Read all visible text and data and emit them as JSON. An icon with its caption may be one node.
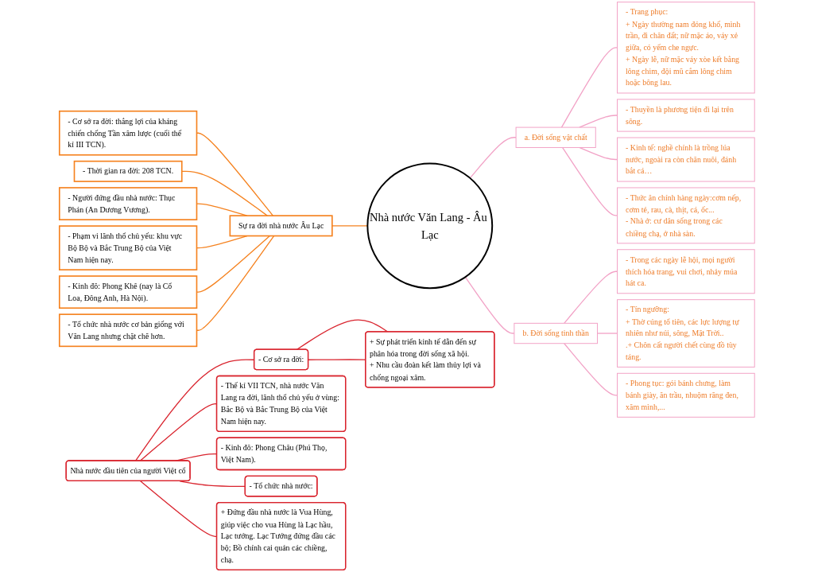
{
  "diagram": {
    "nodes": [
      {
        "text": [
          "Nhà nước Văn Lang - Âu Lạc"
        ]
      },
      {
        "text": [
          "a. Đời sống vật chất"
        ]
      },
      {
        "text": [
          "- Trang phục:",
          "+ Ngày thường nam đóng khố, mình trần, đi chân đất; nữ mặc áo, váy xẻ giữa, có yếm che ngực.",
          "+ Ngày lễ, nữ mặc váy xòe kết bằng lông chim, đội mũ cắm lông chim hoặc bông lau."
        ]
      },
      {
        "text": [
          "- Thuyền là phương tiện đi lại trên sông."
        ]
      },
      {
        "text": [
          "- Kinh tế: nghề chính là trồng lúa nước, ngoài ra còn chăn nuôi, đánh bắt cá…"
        ]
      },
      {
        "text": [
          "- Thức ăn chính hàng ngày:cơm nếp, cơm tẻ, rau, cà, thịt, cá, ốc...",
          "- Nhà ở: cư dân sống trong các chiềng chạ, ở nhà sàn."
        ]
      },
      {
        "text": [
          "b. Đời sống tinh thần"
        ]
      },
      {
        "text": [
          "- Trong các ngày lễ hội, mọi người thích hóa trang, vui chơi, nhảy múa hát ca."
        ]
      },
      {
        "text": [
          "- Tín ngưỡng:",
          "+ Thờ cúng tổ tiên, các lực lượng tự nhiên như núi, sông, Mặt Trời..",
          ".+ Chôn cất người chết cùng đồ tùy táng."
        ]
      },
      {
        "text": [
          "- Phong tục: gói bánh chưng, làm bánh giày, ăn trầu, nhuộm răng đen, xăm mình,..."
        ]
      },
      {
        "text": [
          "Sự ra đời nhà nước Âu Lạc"
        ]
      },
      {
        "text": [
          "- Cơ sở ra đời: thắng lợi của kháng chiến chống Tần xâm lược (cuối thế kỉ III TCN)."
        ]
      },
      {
        "text": [
          "- Thời gian ra đời: 208 TCN."
        ]
      },
      {
        "text": [
          "- Người đứng đầu nhà nước: Thục Phán (An Dương Vương)."
        ]
      },
      {
        "text": [
          "- Phạm vi lãnh thổ chủ yếu: khu vực Bộ Bộ và Bắc Trung Bộ của Việt Nam hiện nay."
        ]
      },
      {
        "text": [
          "- Kinh đô: Phong Khê (nay là Cổ Loa, Đông Anh, Hà Nội)."
        ]
      },
      {
        "text": [
          "- Tổ chức nhà nước cơ bản giống với Văn Lang nhưng chặt chẽ hơn."
        ]
      },
      {
        "text": [
          "Nhà nước đầu tiên của người Việt cổ"
        ]
      },
      {
        "text": [
          "- Cơ sở ra đời:"
        ]
      },
      {
        "text": [
          "+ Sự phát triển kinh tế dẫn đến sự phân hóa trong đời sống xã hội.",
          "+ Nhu cầu đoàn kết làm thủy lợi và chống ngoại xâm."
        ]
      },
      {
        "text": [
          "- Thế kỉ VII TCN, nhà nước Văn Lang ra đời, lãnh thổ chủ yếu ở vùng: Bắc Bộ và Bắc Trung Bộ của Việt Nam hiện nay."
        ]
      },
      {
        "text": [
          "- Kinh đô: Phong Châu (Phú Thọ, Việt Nam)."
        ]
      },
      {
        "text": [
          "- Tổ chức nhà nước:"
        ]
      },
      {
        "text": [
          "+ Đứng đầu nhà nước là Vua Hùng, giúp việc cho vua Hùng là Lạc hầu, Lạc tướng. Lạc Tướng đứng đầu các bộ; Bồ chính cai quản các chiềng, chạ."
        ]
      }
    ],
    "edges": [
      {
        "from": 0,
        "to": 1,
        "arrow": "none",
        "color": "#f2a2c6"
      },
      {
        "from": 1,
        "to": 2,
        "arrow": "none",
        "color": "#f2a2c6"
      },
      {
        "from": 1,
        "to": 3,
        "arrow": "none",
        "color": "#f2a2c6"
      },
      {
        "from": 1,
        "to": 4,
        "arrow": "none",
        "color": "#f2a2c6"
      },
      {
        "from": 1,
        "to": 5,
        "arrow": "none",
        "color": "#f2a2c6"
      },
      {
        "from": 0,
        "to": 6,
        "arrow": "none",
        "color": "#f2a2c6"
      },
      {
        "from": 6,
        "to": 7,
        "arrow": "none",
        "color": "#f2a2c6"
      },
      {
        "from": 6,
        "to": 8,
        "arrow": "none",
        "color": "#f2a2c6"
      },
      {
        "from": 6,
        "to": 9,
        "arrow": "none",
        "color": "#f2a2c6"
      },
      {
        "from": 10,
        "to": 0,
        "arrow": "none",
        "color": "#f5821f"
      },
      {
        "from": 11,
        "to": 10,
        "arrow": "none",
        "color": "#f5821f"
      },
      {
        "from": 12,
        "to": 10,
        "arrow": "none",
        "color": "#f5821f"
      },
      {
        "from": 13,
        "to": 10,
        "arrow": "none",
        "color": "#f5821f"
      },
      {
        "from": 14,
        "to": 10,
        "arrow": "none",
        "color": "#f5821f"
      },
      {
        "from": 15,
        "to": 10,
        "arrow": "none",
        "color": "#f5821f"
      },
      {
        "from": 16,
        "to": 10,
        "arrow": "none",
        "color": "#f5821f"
      },
      {
        "from": 17,
        "to": 18,
        "arrow": "none",
        "color": "#d9242e"
      },
      {
        "from": 18,
        "to": 19,
        "arrow": "none",
        "color": "#d9242e"
      },
      {
        "from": 18,
        "to": 19,
        "arrow": "none",
        "color": "#d9242e"
      },
      {
        "from": 17,
        "to": 20,
        "arrow": "none",
        "color": "#d9242e"
      },
      {
        "from": 17,
        "to": 21,
        "arrow": "none",
        "color": "#d9242e"
      },
      {
        "from": 17,
        "to": 22,
        "arrow": "none",
        "color": "#d9242e"
      },
      {
        "from": 17,
        "to": 23,
        "arrow": "none",
        "color": "#d9242e"
      }
    ]
  }
}
